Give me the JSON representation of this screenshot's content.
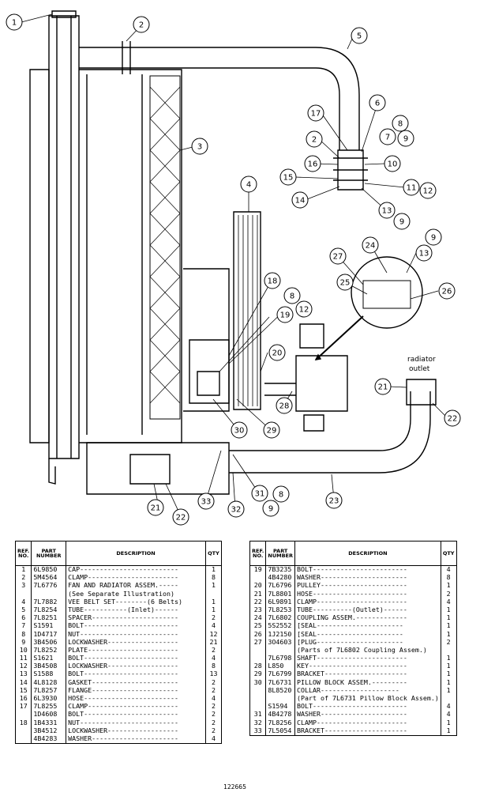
{
  "callouts": [
    {
      "id": "c1",
      "label": "1"
    },
    {
      "id": "c2a",
      "label": "2"
    },
    {
      "id": "c3",
      "label": "3"
    },
    {
      "id": "c5",
      "label": "5"
    },
    {
      "id": "c17",
      "label": "17"
    },
    {
      "id": "c6",
      "label": "6"
    },
    {
      "id": "c8a",
      "label": "8"
    },
    {
      "id": "c7",
      "label": "7"
    },
    {
      "id": "c9a",
      "label": "9"
    },
    {
      "id": "c2b",
      "label": "2"
    },
    {
      "id": "c16",
      "label": "16"
    },
    {
      "id": "c10",
      "label": "10"
    },
    {
      "id": "c15",
      "label": "15"
    },
    {
      "id": "c11",
      "label": "11"
    },
    {
      "id": "c12a",
      "label": "12"
    },
    {
      "id": "c14",
      "label": "14"
    },
    {
      "id": "c13a",
      "label": "13"
    },
    {
      "id": "c9b",
      "label": "9"
    },
    {
      "id": "c4",
      "label": "4"
    },
    {
      "id": "c9c",
      "label": "9"
    },
    {
      "id": "c27",
      "label": "27"
    },
    {
      "id": "c24",
      "label": "24"
    },
    {
      "id": "c13b",
      "label": "13"
    },
    {
      "id": "c25",
      "label": "25"
    },
    {
      "id": "c26",
      "label": "26"
    },
    {
      "id": "c18",
      "label": "18"
    },
    {
      "id": "c8b",
      "label": "8"
    },
    {
      "id": "c19",
      "label": "19"
    },
    {
      "id": "c12b",
      "label": "12"
    },
    {
      "id": "c20",
      "label": "20"
    },
    {
      "id": "c21a",
      "label": "21"
    },
    {
      "id": "c22a",
      "label": "22"
    },
    {
      "id": "c28",
      "label": "28"
    },
    {
      "id": "c30",
      "label": "30"
    },
    {
      "id": "c29",
      "label": "29"
    },
    {
      "id": "c21b",
      "label": "21"
    },
    {
      "id": "c22b",
      "label": "22"
    },
    {
      "id": "c33",
      "label": "33"
    },
    {
      "id": "c32",
      "label": "32"
    },
    {
      "id": "c31",
      "label": "31"
    },
    {
      "id": "c8c",
      "label": "8"
    },
    {
      "id": "c9d",
      "label": "9"
    },
    {
      "id": "c23",
      "label": "23"
    }
  ],
  "annotations": {
    "radiator_outlet_line1": "radiator",
    "radiator_outlet_line2": "outlet"
  },
  "figure_number": "122665",
  "table_headers": {
    "ref": "REF. NO.",
    "part": "PART NUMBER",
    "desc": "DESCRIPTION",
    "qty": "QTY"
  },
  "parts_left": [
    {
      "ref": "1",
      "part": "6L9850",
      "desc": "CAP-------------------------",
      "qty": "1"
    },
    {
      "ref": "2",
      "part": "5M4564",
      "desc": "CLAMP-----------------------",
      "qty": "8"
    },
    {
      "ref": "3",
      "part": "7L6776",
      "desc": "FAN AND RADIATOR ASSEM.-----",
      "qty": "1"
    },
    {
      "ref": "",
      "part": "",
      "desc": "  (See Separate Illustration)",
      "qty": ""
    },
    {
      "ref": "4",
      "part": "7L7882",
      "desc": "VEE BELT SET--------(6 Belts)",
      "qty": "1"
    },
    {
      "ref": "5",
      "part": "7L8254",
      "desc": "TUBE-----------(Inlet)------",
      "qty": "1"
    },
    {
      "ref": "6",
      "part": "7L8251",
      "desc": "SPACER----------------------",
      "qty": "2"
    },
    {
      "ref": "7",
      "part": "S1591",
      "desc": "BOLT------------------------",
      "qty": "4"
    },
    {
      "ref": "8",
      "part": "1D4717",
      "desc": "NUT-------------------------",
      "qty": "12"
    },
    {
      "ref": "9",
      "part": "3B4506",
      "desc": "LOCKWASHER------------------",
      "qty": "21"
    },
    {
      "ref": "10",
      "part": "7L8252",
      "desc": "PLATE-----------------------",
      "qty": "2"
    },
    {
      "ref": "11",
      "part": "S1621",
      "desc": "BOLT------------------------",
      "qty": "4"
    },
    {
      "ref": "12",
      "part": "3B4508",
      "desc": "LOCKWASHER------------------",
      "qty": "8"
    },
    {
      "ref": "13",
      "part": "S1588",
      "desc": "BOLT------------------------",
      "qty": "13"
    },
    {
      "ref": "14",
      "part": "4L8128",
      "desc": "GASKET----------------------",
      "qty": "2"
    },
    {
      "ref": "15",
      "part": "7L8257",
      "desc": "FLANGE----------------------",
      "qty": "2"
    },
    {
      "ref": "16",
      "part": "6L3930",
      "desc": "HOSE------------------------",
      "qty": "4"
    },
    {
      "ref": "17",
      "part": "7L8255",
      "desc": "CLAMP-----------------------",
      "qty": "2"
    },
    {
      "ref": "",
      "part": "1D4608",
      "desc": "BOLT------------------------",
      "qty": "2"
    },
    {
      "ref": "18",
      "part": "1B4331",
      "desc": "NUT-------------------------",
      "qty": "2"
    },
    {
      "ref": "",
      "part": "3B4512",
      "desc": "LOCKWASHER------------------",
      "qty": "2"
    },
    {
      "ref": "",
      "part": "4B4283",
      "desc": "WASHER----------------------",
      "qty": "4"
    }
  ],
  "parts_right": [
    {
      "ref": "19",
      "part": "7B3235",
      "desc": "BOLT------------------------",
      "qty": "4"
    },
    {
      "ref": "",
      "part": "4B4280",
      "desc": "WASHER----------------------",
      "qty": "8"
    },
    {
      "ref": "20",
      "part": "7L6796",
      "desc": "PULLEY----------------------",
      "qty": "1"
    },
    {
      "ref": "21",
      "part": "7L8801",
      "desc": "HOSE------------------------",
      "qty": "2"
    },
    {
      "ref": "22",
      "part": "6L9891",
      "desc": "CLAMP-----------------------",
      "qty": "4"
    },
    {
      "ref": "23",
      "part": "7L8253",
      "desc": "TUBE----------(Outlet)------",
      "qty": "1"
    },
    {
      "ref": "24",
      "part": "7L6802",
      "desc": "COUPLING ASSEM.-------------",
      "qty": "1"
    },
    {
      "ref": "25",
      "part": "5S2552",
      "desc": " [SEAL----------------------",
      "qty": "1"
    },
    {
      "ref": "26",
      "part": "1J2150",
      "desc": " [SEAL----------------------",
      "qty": "1"
    },
    {
      "ref": "27",
      "part": "3O4603",
      "desc": " [PLUG----------------------",
      "qty": "2"
    },
    {
      "ref": "",
      "part": "",
      "desc": "  (Parts of 7L6802 Coupling Assem.)",
      "qty": ""
    },
    {
      "ref": "",
      "part": "7L6798",
      "desc": "SHAFT-----------------------",
      "qty": "1"
    },
    {
      "ref": "28",
      "part": "L850",
      "desc": "KEY-------------------------",
      "qty": "1"
    },
    {
      "ref": "29",
      "part": "7L6799",
      "desc": "BRACKET---------------------",
      "qty": "1"
    },
    {
      "ref": "30",
      "part": "7L6731",
      "desc": "PILLOW BLOCK ASSEM.---------",
      "qty": "1"
    },
    {
      "ref": "",
      "part": "8L8520",
      "desc": "  COLLAR--------------------",
      "qty": "1"
    },
    {
      "ref": "",
      "part": "",
      "desc": " (Part of 7L6731 Pillow Block Assem.)",
      "qty": ""
    },
    {
      "ref": "",
      "part": "S1594",
      "desc": "BOLT------------------------",
      "qty": "4"
    },
    {
      "ref": "31",
      "part": "4B4278",
      "desc": "WASHER----------------------",
      "qty": "4"
    },
    {
      "ref": "32",
      "part": "7L8256",
      "desc": "CLAMP-----------------------",
      "qty": "1"
    },
    {
      "ref": "33",
      "part": "7L5054",
      "desc": "BRACKET---------------------",
      "qty": "1"
    }
  ]
}
